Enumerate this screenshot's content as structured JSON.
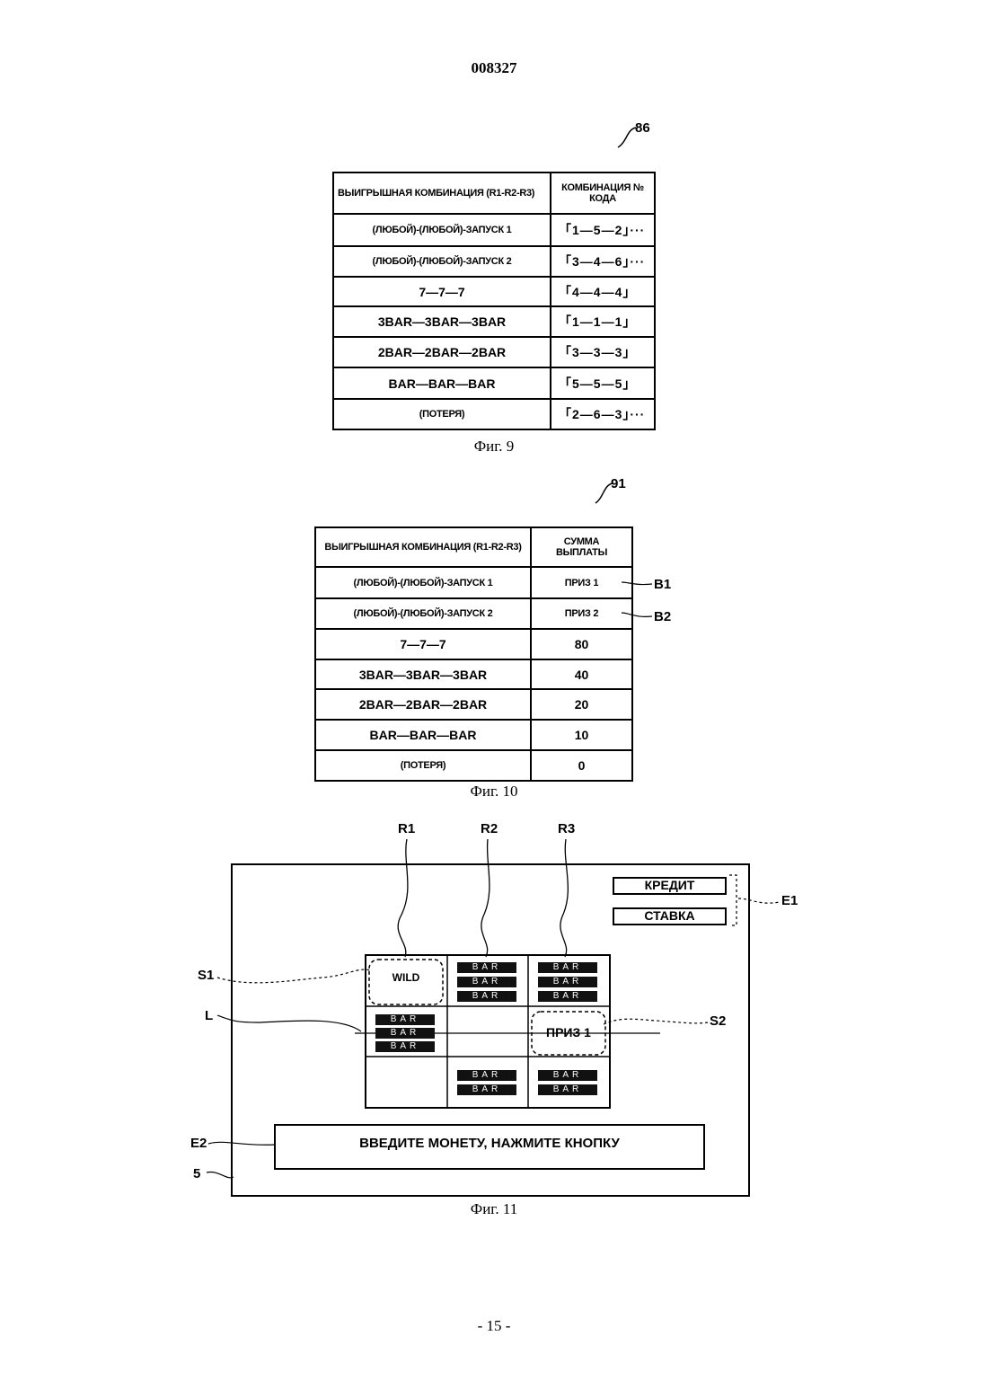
{
  "header": {
    "doc_number": "008327"
  },
  "footer": {
    "page": "- 15 -"
  },
  "fig9": {
    "ref": "86",
    "caption": "Фиг. 9",
    "headers": [
      "ВЫИГРЫШНАЯ КОМБИНАЦИЯ (R1-R2-R3)",
      "КОМБИНАЦИЯ № КОДА"
    ],
    "rows": [
      [
        "(ЛЮБОЙ)-(ЛЮБОЙ)-ЗАПУСК 1",
        "「1—5—2」···"
      ],
      [
        "(ЛЮБОЙ)-(ЛЮБОЙ)-ЗАПУСК 2",
        "「3—4—6」···"
      ],
      [
        "7—7—7",
        "「4—4—4」"
      ],
      [
        "3BAR—3BAR—3BAR",
        "「1—1—1」"
      ],
      [
        "2BAR—2BAR—2BAR",
        "「3—3—3」"
      ],
      [
        "BAR—BAR—BAR",
        "「5—5—5」"
      ],
      [
        "(ПОТЕРЯ)",
        "「2—6—3」···"
      ]
    ]
  },
  "fig10": {
    "ref": "91",
    "caption": "Фиг. 10",
    "headers": [
      "ВЫИГРЫШНАЯ КОМБИНАЦИЯ (R1-R2-R3)",
      "СУММА ВЫПЛАТЫ"
    ],
    "rows": [
      [
        "(ЛЮБОЙ)-(ЛЮБОЙ)-ЗАПУСК 1",
        "ПРИЗ 1"
      ],
      [
        "(ЛЮБОЙ)-(ЛЮБОЙ)-ЗАПУСК 2",
        "ПРИЗ 2"
      ],
      [
        "7—7—7",
        "80"
      ],
      [
        "3BAR—3BAR—3BAR",
        "40"
      ],
      [
        "2BAR—2BAR—2BAR",
        "20"
      ],
      [
        "BAR—BAR—BAR",
        "10"
      ],
      [
        "(ПОТЕРЯ)",
        "0"
      ]
    ],
    "side_labels": [
      "B1",
      "B2"
    ]
  },
  "fig11": {
    "caption": "Фиг. 11",
    "reel_labels": [
      "R1",
      "R2",
      "R3"
    ],
    "credit_label": "КРЕДИТ",
    "bet_label": "СТАВКА",
    "e1": "E1",
    "e2": "E2",
    "s1": "S1",
    "s2": "S2",
    "l": "L",
    "five": "5",
    "wild": "WILD",
    "prize": "ПРИЗ 1",
    "bar": "BAR",
    "message": "ВВЕДИТЕ МОНЕТУ, НАЖМИТЕ КНОПКУ"
  }
}
